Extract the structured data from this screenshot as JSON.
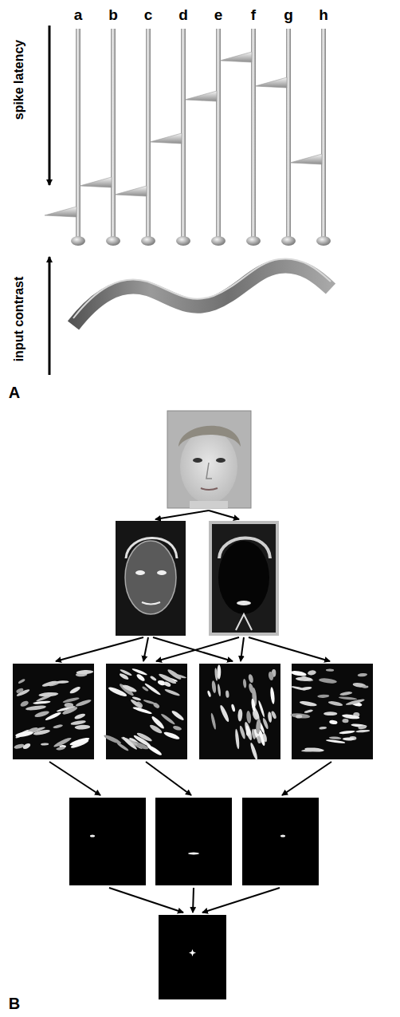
{
  "diagram": {
    "labels": [
      "a",
      "b",
      "c",
      "d",
      "e",
      "f",
      "g",
      "h",
      "spike latency",
      "input contrast",
      "A",
      "B"
    ]
  }
}
